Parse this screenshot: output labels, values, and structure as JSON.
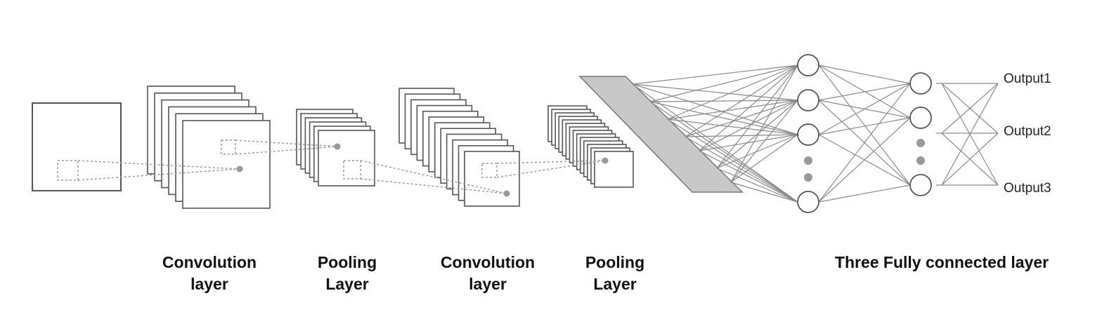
{
  "stages": [
    {
      "id": "conv1",
      "line1": "Convolution",
      "line2": "layer"
    },
    {
      "id": "pool1",
      "line1": "Pooling",
      "line2": "Layer"
    },
    {
      "id": "conv2",
      "line1": "Convolution",
      "line2": "layer"
    },
    {
      "id": "pool2",
      "line1": "Pooling",
      "line2": "Layer"
    },
    {
      "id": "fc",
      "line1": "Three Fully connected layer",
      "line2": ""
    }
  ],
  "outputs": [
    "Output1",
    "Output2",
    "Output3"
  ],
  "colors": {
    "stroke": "#555555",
    "edge": "#8a8a8a",
    "dotted": "#9a9a9a",
    "flatten_fill": "#c8c8c8",
    "dot": "#999999"
  }
}
